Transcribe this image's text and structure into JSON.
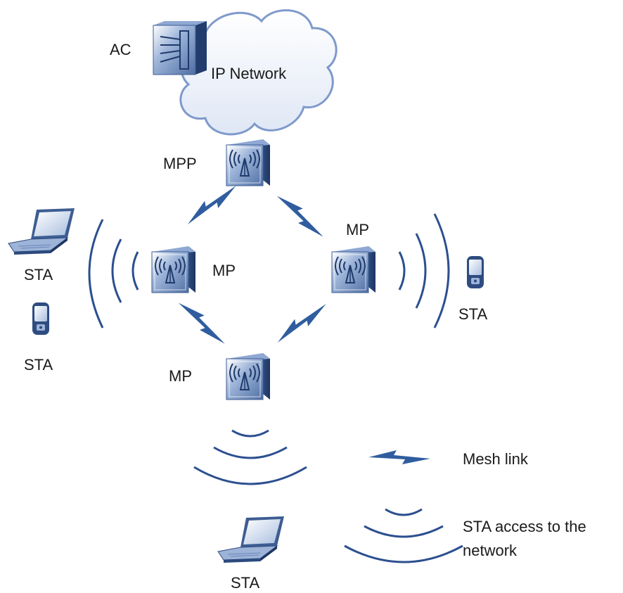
{
  "nodes": {
    "ac": {
      "label": "AC"
    },
    "network": {
      "label": "IP Network"
    },
    "mpp": {
      "label": "MPP"
    },
    "mp_left": {
      "label": "MP"
    },
    "mp_right": {
      "label": "MP"
    },
    "mp_bottom": {
      "label": "MP"
    }
  },
  "stations": {
    "laptop_left": {
      "label": "STA"
    },
    "phone_left": {
      "label": "STA"
    },
    "phone_right": {
      "label": "STA"
    },
    "laptop_bottom": {
      "label": "STA"
    }
  },
  "legend": {
    "mesh_link": "Mesh link",
    "sta_access_line1": "STA access to the",
    "sta_access_line2": "network"
  },
  "colors": {
    "device_blue": "#5a7fb5",
    "device_dark": "#2c4a7e",
    "link_blue": "#2f5d9f",
    "wave_blue": "#2c4f8f",
    "cloud_fill": "#eef2fa",
    "cloud_stroke": "#7f9acb"
  },
  "icons": {
    "ap": "access-point-icon",
    "laptop": "laptop-icon",
    "phone": "phone-icon",
    "ac": "access-controller-icon",
    "cloud": "cloud-icon",
    "mesh_link": "lightning-link-icon",
    "wave": "signal-wave-icon"
  }
}
